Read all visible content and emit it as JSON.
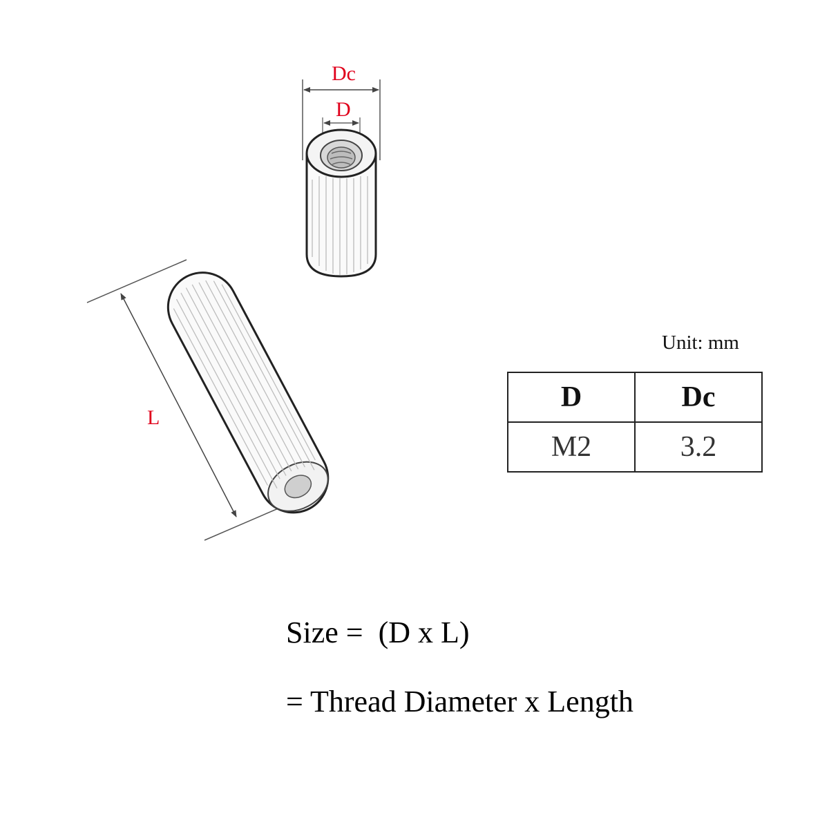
{
  "labels": {
    "dc": "Dc",
    "d": "D",
    "l": "L"
  },
  "unit_note": "Unit: mm",
  "table": {
    "headers": [
      "D",
      "Dc"
    ],
    "rows": [
      [
        "M2",
        "3.2"
      ]
    ]
  },
  "formula": {
    "line1": "Size =  (D x L)",
    "line2": "= Thread Diameter x Length"
  },
  "colors": {
    "dimension_label": "#e0001b",
    "line": "#222222"
  }
}
